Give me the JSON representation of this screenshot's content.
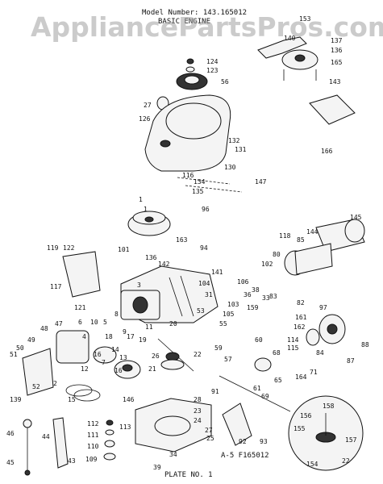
{
  "header": {
    "model_line": "Model Number: 143.165012",
    "subtitle": "BASIC ENGINE"
  },
  "watermark": "AppliancePartsPros.com",
  "footer": {
    "drawing_ref": "A-5 F165012",
    "plate": "PLATE NO. 1"
  },
  "part_numbers": [
    "153",
    "137",
    "140",
    "136",
    "165",
    "143",
    "124",
    "123",
    "56",
    "27",
    "126",
    "166",
    "132",
    "131",
    "130",
    "116",
    "134",
    "135",
    "147",
    "145",
    "1",
    "96",
    "119",
    "122",
    "118",
    "85",
    "144",
    "163",
    "94",
    "101",
    "80",
    "136",
    "142",
    "141",
    "102",
    "117",
    "104",
    "106",
    "38",
    "33",
    "3",
    "31",
    "36",
    "103",
    "105",
    "159",
    "83",
    "82",
    "97",
    "121",
    "47",
    "6",
    "10",
    "5",
    "8",
    "9",
    "20",
    "11",
    "53",
    "55",
    "161",
    "162",
    "49",
    "48",
    "4",
    "19",
    "18",
    "17",
    "14",
    "13",
    "21",
    "22",
    "60",
    "114",
    "115",
    "51",
    "50",
    "16",
    "7",
    "12",
    "57",
    "59",
    "68",
    "84",
    "87",
    "88",
    "71",
    "164",
    "65",
    "61",
    "69",
    "91",
    "52",
    "139",
    "2",
    "15",
    "16",
    "28",
    "146",
    "23",
    "24",
    "27",
    "112",
    "113",
    "111",
    "110",
    "109",
    "44",
    "46",
    "45",
    "43",
    "25",
    "34",
    "39",
    "92",
    "93",
    "158",
    "156",
    "155",
    "157",
    "154",
    "22",
    "26",
    "1"
  ]
}
